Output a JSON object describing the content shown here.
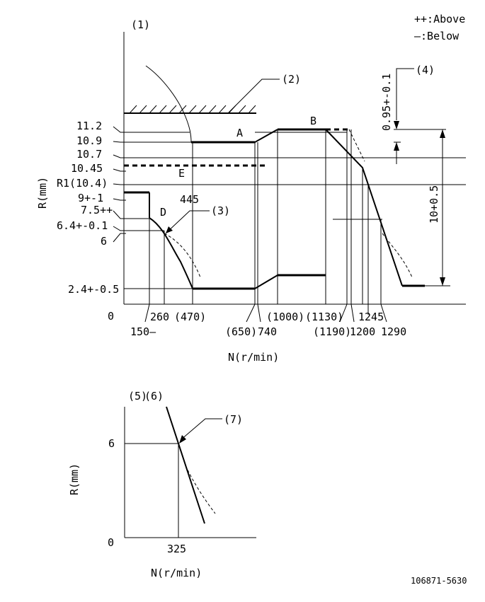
{
  "legend": {
    "above": "++:Above",
    "below": "—:Below"
  },
  "callouts": {
    "c1": "(1)",
    "c2": "(2)",
    "c3": "(3)",
    "c4": "(4)",
    "c5": "(5)",
    "c6": "(6)",
    "c7": "(7)"
  },
  "points": {
    "A": "A",
    "B": "B",
    "D": "D",
    "E": "E"
  },
  "main_chart": {
    "ylabel": "R(mm)",
    "xlabel": "N(r/min)",
    "origin": "0",
    "y_ticks": [
      "11.2",
      "10.9",
      "10.7",
      "10.45",
      "R1(10.4)",
      "9+-1",
      "7.5++",
      "6.4+-0.1",
      "6",
      "2.4+-0.5"
    ],
    "x_ticks": [
      "150—",
      "260",
      "(470)",
      "(650)",
      "740",
      "(1000)",
      "(1130)",
      "(1190)",
      "1200",
      "1245",
      "1290"
    ],
    "inline_labels": {
      "n445": "445",
      "vdim1": "0.95+-0.1",
      "vdim2": "10+0.5"
    }
  },
  "sub_chart": {
    "ylabel": "R(mm)",
    "xlabel": "N(r/min)",
    "origin": "0",
    "y_tick": "6",
    "x_tick": "325"
  },
  "drawing_number": "106871-5630"
}
